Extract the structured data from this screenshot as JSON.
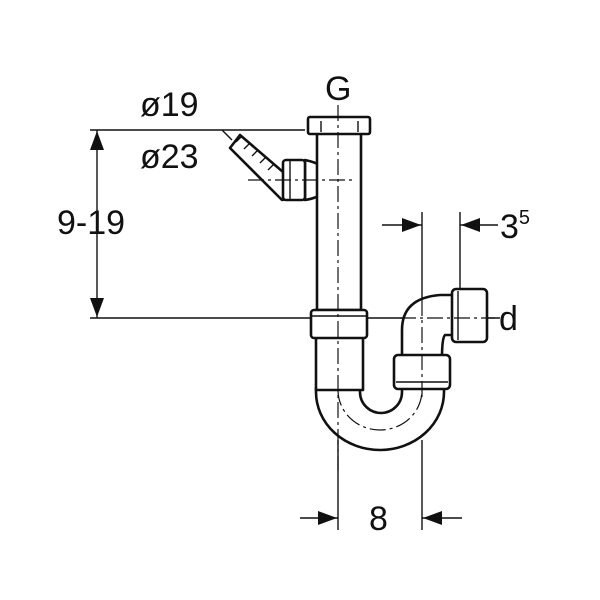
{
  "labels": {
    "thread": "G",
    "hose_diameter_small": "ø19",
    "hose_diameter_large": "ø23",
    "height_range": "9-19",
    "outlet_diameter": "d",
    "offset_base": "3",
    "offset_sup": "5",
    "width": "8"
  }
}
